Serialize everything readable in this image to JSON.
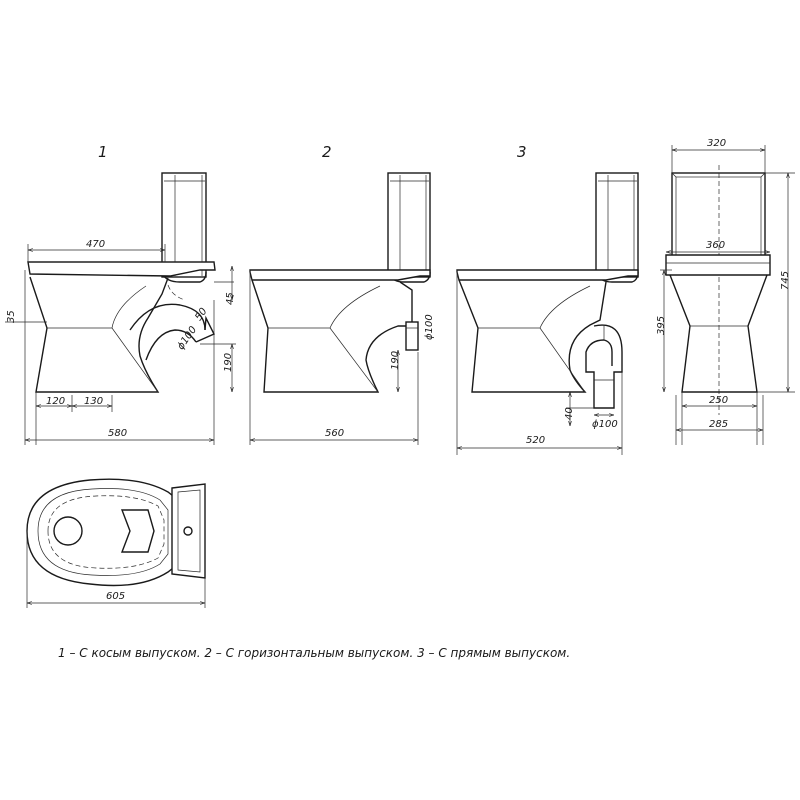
{
  "views": {
    "v1": {
      "number": "1"
    },
    "v2": {
      "number": "2"
    },
    "v3": {
      "number": "3"
    }
  },
  "dimensions": {
    "v1_length": "470",
    "v1_offset": "35",
    "v1_outlet_dia": "ϕ100",
    "v1_dim_50": "50",
    "v1_dim_45": "45",
    "v1_height": "190",
    "v1_base_a": "120",
    "v1_base_b": "130",
    "v1_total": "580",
    "v2_outlet_dia": "ϕ100",
    "v2_height": "190",
    "v2_total": "560",
    "v3_dim_40": "40",
    "v3_outlet_dia": "ϕ100",
    "v3_total": "520",
    "front_tank_width": "320",
    "front_rim_width": "360",
    "front_total_height": "745",
    "front_bowl_height": "395",
    "front_foot_width": "250",
    "front_base_width": "285",
    "plan_length": "605"
  },
  "caption": "1 – С косым выпуском. 2 – С горизонтальным выпуском. 3 – С прямым выпуском."
}
